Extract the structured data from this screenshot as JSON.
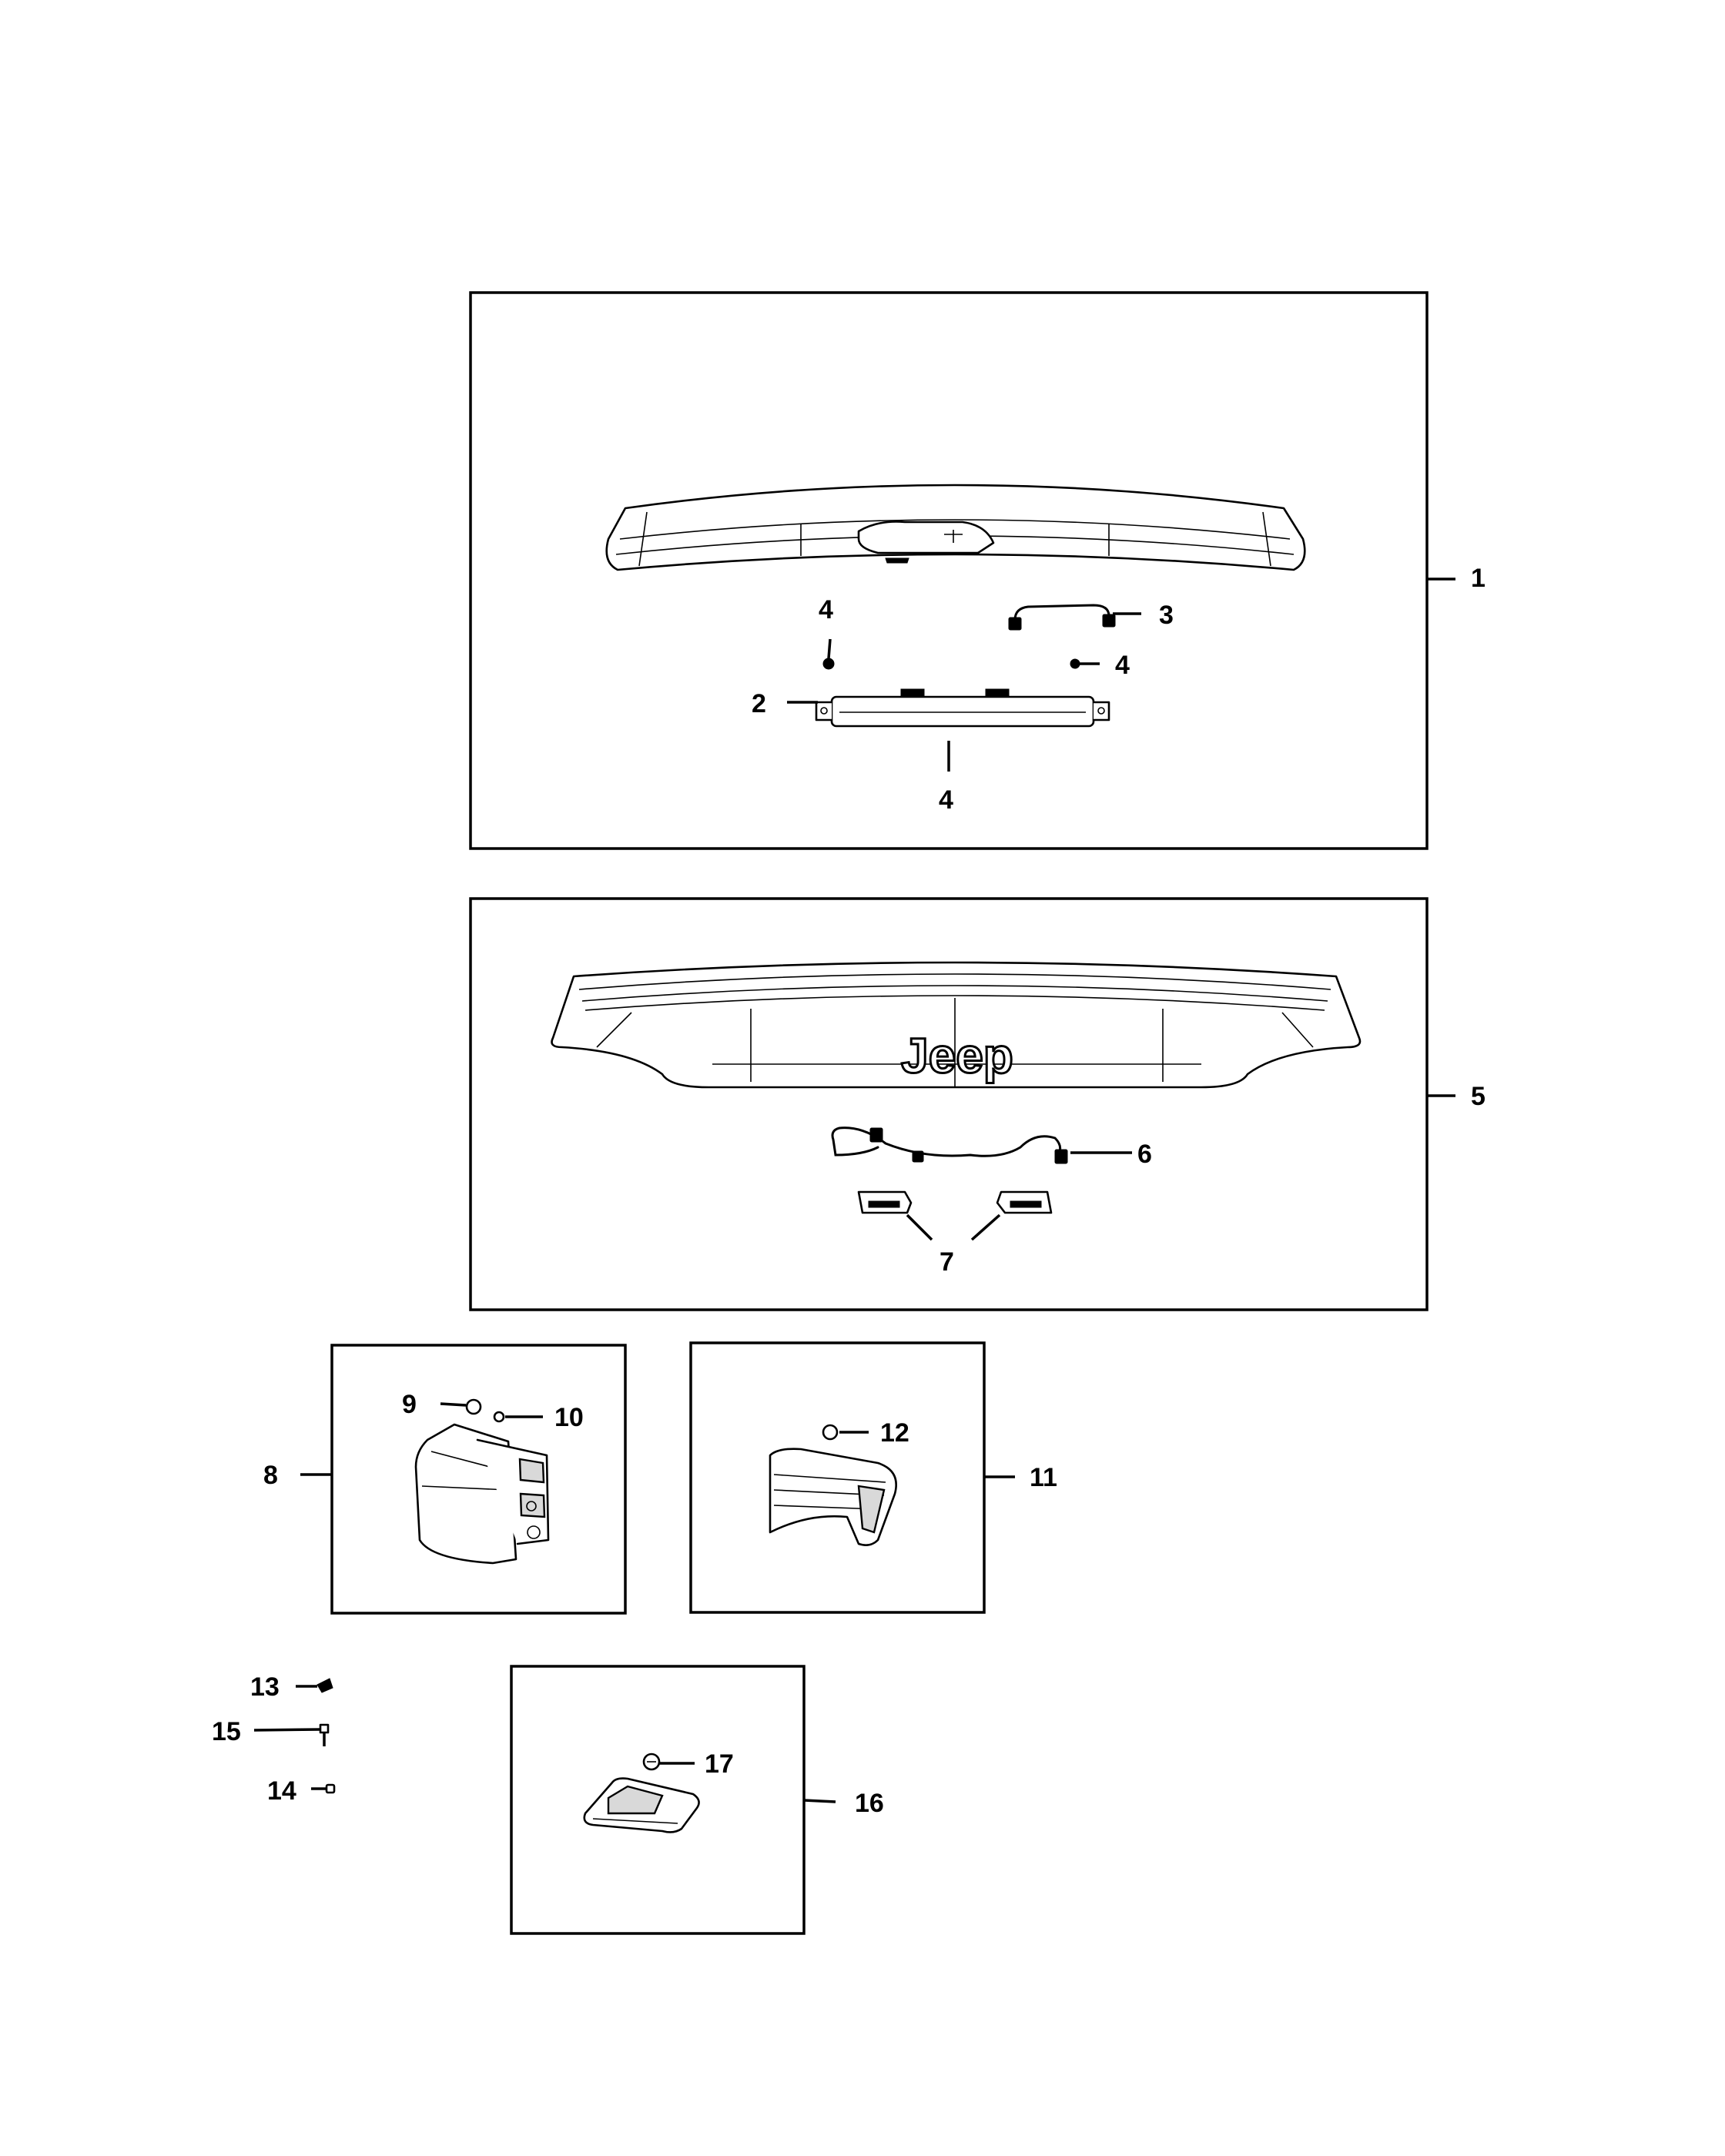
{
  "callouts": {
    "c1": "1",
    "c2": "2",
    "c3": "3",
    "c4a": "4",
    "c4b": "4",
    "c4c": "4",
    "c5": "5",
    "c6": "6",
    "c7": "7",
    "c8": "8",
    "c9": "9",
    "c10": "10",
    "c11": "11",
    "c12": "12",
    "c13": "13",
    "c14": "14",
    "c15": "15",
    "c16": "16",
    "c17": "17"
  },
  "badge": {
    "text": "Jeep"
  }
}
